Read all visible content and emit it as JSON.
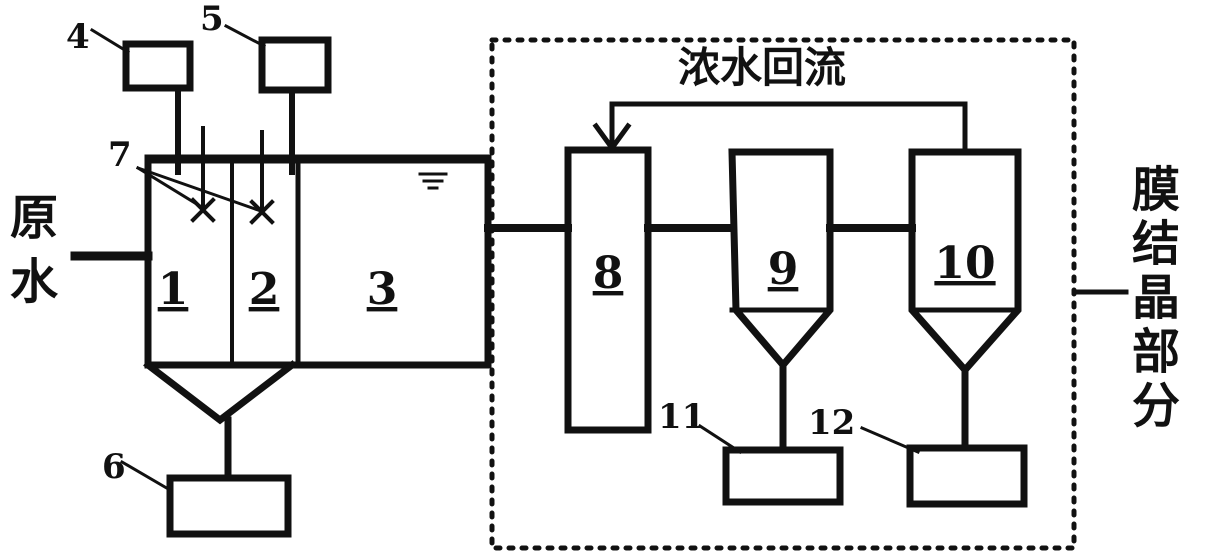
{
  "diagram": {
    "colors": {
      "ink": "#111111",
      "background": "#ffffff"
    },
    "title_reflux": "浓水回流",
    "label_raw_water": [
      "原",
      "水"
    ],
    "label_membrane_part": [
      "膜",
      "结",
      "晶",
      "部",
      "分"
    ],
    "tank_labels": {
      "t1": "1",
      "t2": "2",
      "t3": "3",
      "t8": "8",
      "t9": "9",
      "t10": "10"
    },
    "callouts": {
      "c4": "4",
      "c5": "5",
      "c6": "6",
      "c7": "7",
      "c11": "11",
      "c12": "12"
    }
  }
}
